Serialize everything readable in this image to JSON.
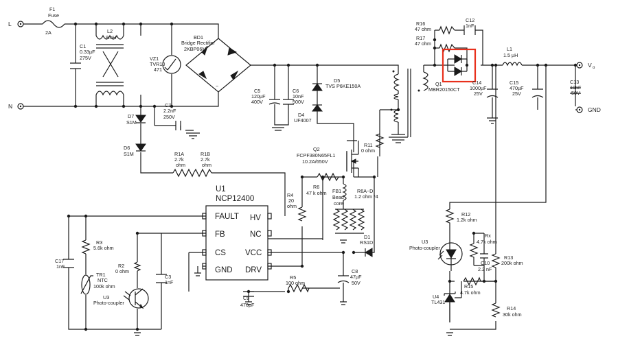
{
  "ui": {
    "highlight_color": "#e8301c",
    "ink_color": "#1a1a1a"
  },
  "terminals": {
    "L": "L",
    "N": "N",
    "VOUT": "V",
    "VOUT_SUB": "o",
    "GND": "GND"
  },
  "components": {
    "F1": [
      "F1",
      "Fuse",
      "2A"
    ],
    "L2": [
      "L2",
      "8mH"
    ],
    "C1": [
      "C1",
      "0.33µF",
      "275V"
    ],
    "VZ1": [
      "VZ1",
      "TVR10",
      "471"
    ],
    "BD1": [
      "BD1",
      "Bridge Rectifier",
      "2KBP06M"
    ],
    "C7": [
      "C7",
      "2.2nF",
      "250V"
    ],
    "C5": [
      "C5",
      "120µF",
      "400V"
    ],
    "C6": [
      "C6",
      "10nF",
      "500V"
    ],
    "D5": [
      "D5",
      "TVS P6KE150A"
    ],
    "D4": [
      "D4",
      "UF4007"
    ],
    "D7": [
      "D7",
      "S1M"
    ],
    "D6": [
      "D6",
      "S1M"
    ],
    "R1A": [
      "R1A",
      "2.7k",
      "ohm"
    ],
    "R1B": [
      "R1B",
      "2.7k",
      "ohm"
    ],
    "R16": [
      "R16",
      "47 ohm"
    ],
    "R17": [
      "R17",
      "47 ohm"
    ],
    "C12": [
      "C12",
      "1nF"
    ],
    "Q1": [
      "Q1",
      "MBR20150CT"
    ],
    "L1": [
      "L1",
      "1.5 µH"
    ],
    "C14": [
      "C14",
      "1000µF",
      "25V"
    ],
    "C15": [
      "C15",
      "470µF",
      "25V"
    ],
    "C13": [
      "C13",
      "10nF",
      "50V"
    ],
    "R11": [
      "R11",
      "0 ohm"
    ],
    "Q2": [
      "Q2",
      "FCPF380N65FL1",
      "10.2A/650V"
    ],
    "R6": [
      "R6",
      "47 k ohm"
    ],
    "R4": [
      "R4",
      "20",
      "ohm"
    ],
    "FB1": [
      "FB1",
      "Bead",
      "core"
    ],
    "R6AD": [
      "R6A~D",
      "1.2 ohm *4"
    ],
    "U1": [
      "U1",
      "NCP12400"
    ],
    "R3": [
      "R3",
      "5.6k ohm"
    ],
    "C17": [
      "C17",
      "1nF"
    ],
    "TR1": [
      "TR1",
      "NTC",
      "100k ohm"
    ],
    "R2": [
      "R2",
      "0 ohm"
    ],
    "C3": [
      "C3",
      "1nF"
    ],
    "U3L": [
      "U3",
      "Photo-coupler"
    ],
    "D1": [
      "D1",
      "RS1D"
    ],
    "C8": [
      "C8",
      "47µF",
      "50V"
    ],
    "R5": [
      "R5",
      "100 ohm"
    ],
    "C9": [
      "C9",
      "470pF"
    ],
    "R12": [
      "R12",
      "1.2k ohm"
    ],
    "U3R": [
      "U3",
      "Photo-coupler"
    ],
    "Rx": [
      "Rx",
      "4.7k ohm"
    ],
    "C10": [
      "C10",
      "2.2 nF"
    ],
    "R13": [
      "R13",
      "200k ohm"
    ],
    "R15": [
      "R15",
      "4.7k ohm"
    ],
    "U4": [
      "U4",
      "TL431"
    ],
    "R14": [
      "R14",
      "30k ohm"
    ]
  },
  "u1_pins": {
    "FAULT": "FAULT",
    "HV": "HV",
    "FB": "FB",
    "NC": "NC",
    "CS": "CS",
    "VCC": "VCC",
    "GND": "GND",
    "DRV": "DRV"
  }
}
